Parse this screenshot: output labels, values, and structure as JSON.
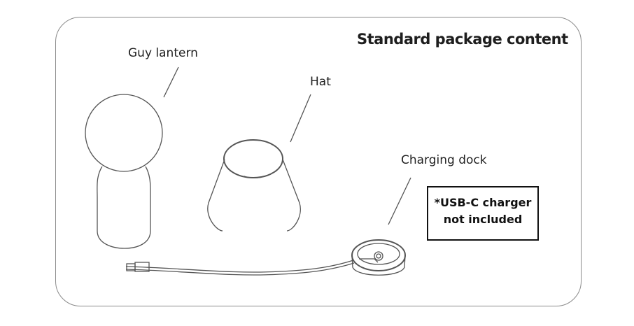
{
  "title": "Standard package content",
  "items": {
    "lantern": "Guy lantern",
    "hat": "Hat",
    "dock": "Charging dock"
  },
  "note": {
    "line1": "*USB-C charger",
    "line2": "not included"
  },
  "colors": {
    "stroke": "#555555",
    "frame": "#8a8a8a",
    "text": "#222222"
  }
}
